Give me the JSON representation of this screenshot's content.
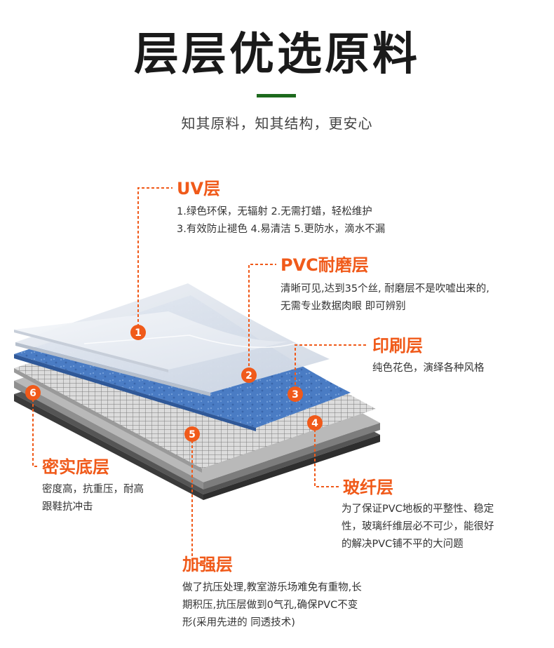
{
  "header": {
    "title": "层层优选原料",
    "subtitle": "知其原料，知其结构，更安心"
  },
  "layers": [
    {
      "num": "1",
      "name": "UV层",
      "lines": [
        "1.绿色环保，无辐射 2.无需打蜡，轻松维护",
        "3.有效防止褪色 4.易清洁 5.更防水，滴水不漏"
      ]
    },
    {
      "num": "2",
      "name": "PVC耐磨层",
      "lines": [
        "清晰可见,达到35个丝, 耐磨层不是吹嘘出来的,",
        "无需专业数据肉眼 即可辨别"
      ]
    },
    {
      "num": "3",
      "name": "印刷层",
      "lines": [
        "纯色花色，演绎各种风格"
      ]
    },
    {
      "num": "4",
      "name": "玻纤层",
      "lines": [
        "为了保证PVC地板的平整性、稳定",
        "性，玻璃纤维层必不可少，能很好",
        "的解决PVC铺不平的大问题"
      ]
    },
    {
      "num": "5",
      "name": "加强层",
      "lines": [
        "做了抗压处理,教室游乐场难免有重物,长",
        "期积压,抗压层做到0气孔,确保PVC不变",
        "形(采用先进的 同透技术)"
      ]
    },
    {
      "num": "6",
      "name": "密实底层",
      "lines": [
        "密度高，抗重压，耐高",
        "跟鞋抗冲击"
      ]
    }
  ],
  "colors": {
    "accent": "#f05a1a",
    "title_bar": "#1d6a1d",
    "print_layer": "#4a7cc4"
  }
}
